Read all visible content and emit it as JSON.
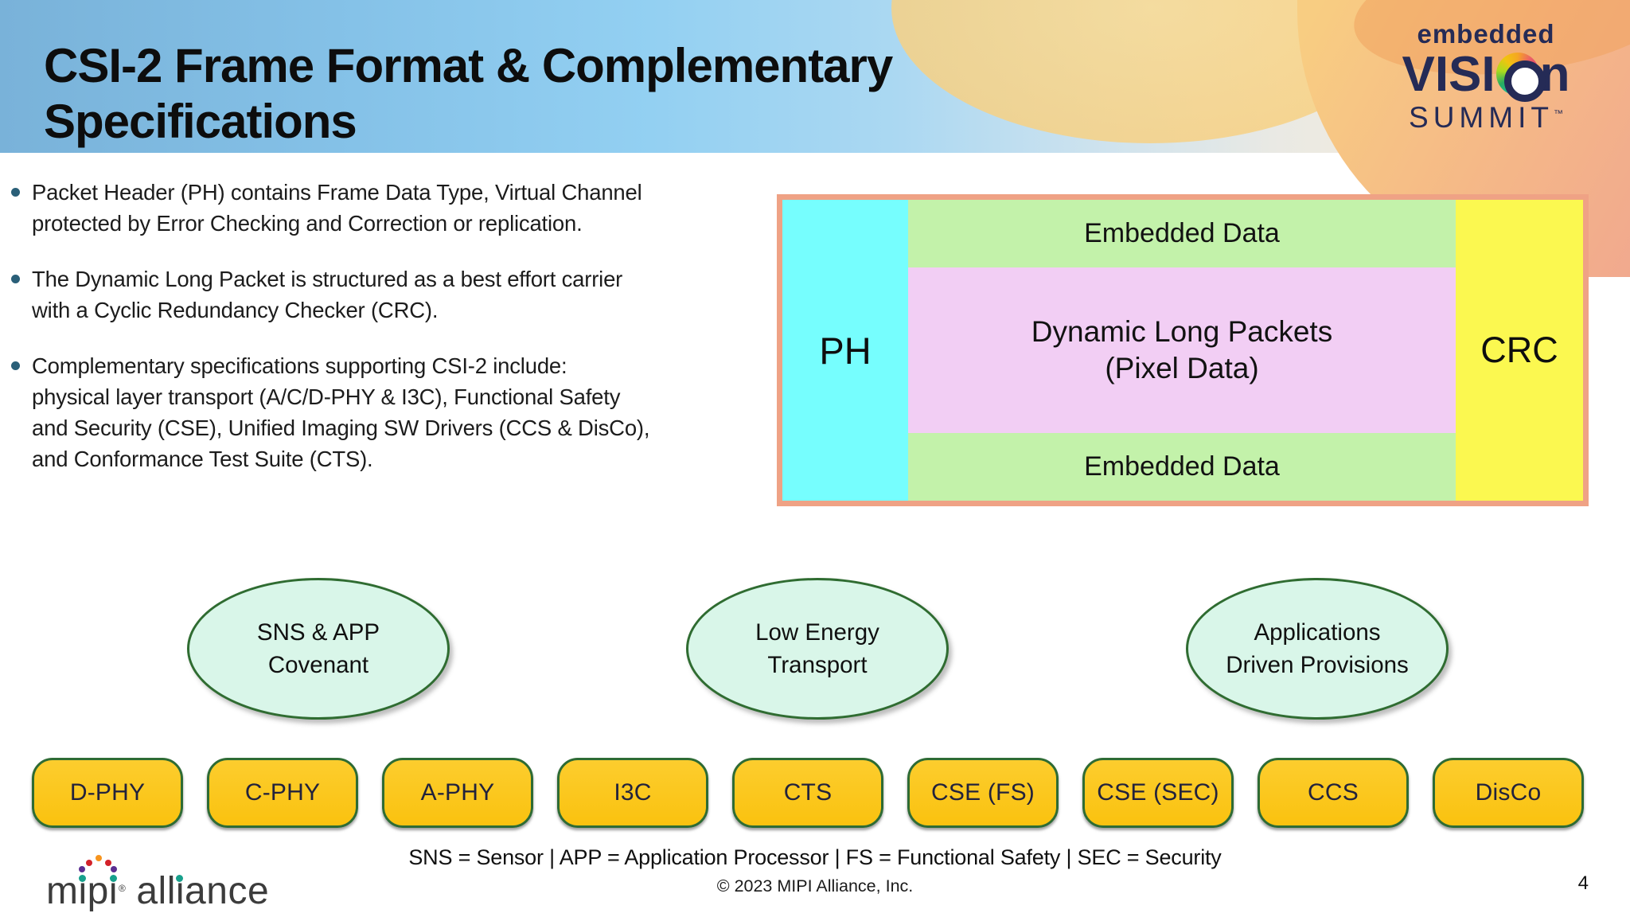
{
  "slide": {
    "page_number": "4",
    "copyright": "© 2023 MIPI Alliance, Inc.",
    "footnote": "SNS = Sensor | APP = Application Processor | FS = Functional Safety | SEC = Security"
  },
  "header": {
    "title": "CSI-2 Frame Format & Complementary Specifications"
  },
  "event_logo": {
    "line1": "embedded",
    "line2_left": "VISI",
    "line2_right": "n",
    "line3": "SUMMIT",
    "trademark": "™",
    "o_icon": "pinwheel-color-wheel"
  },
  "bullets": [
    "Packet Header (PH) contains Frame Data Type, Virtual Channel\nprotected by Error Checking and Correction or replication.",
    "The Dynamic Long Packet is structured as a best effort carrier\nwith a Cyclic Redundancy Checker (CRC).",
    "Complementary specifications supporting CSI-2 include:\nphysical layer transport (A/C/D-PHY & I3C),  Functional Safety\nand Security (CSE), Unified Imaging SW Drivers (CCS & DisCo),\nand Conformance Test Suite (CTS)."
  ],
  "frame_diagram": {
    "ph": "PH",
    "crc": "CRC",
    "embedded_top": "Embedded Data",
    "embedded_bottom": "Embedded Data",
    "dynamic_line1": "Dynamic Long Packets",
    "dynamic_line2": "(Pixel Data)",
    "colors": {
      "ph_fill": "#76FEFE",
      "embedded_fill": "#C3F2AA",
      "dynamic_fill": "#F2CEF4",
      "crc_fill": "#FBF850",
      "border": "#EFA285"
    }
  },
  "ellipses": [
    {
      "label": "SNS & APP Covenant"
    },
    {
      "label": "Low Energy Transport"
    },
    {
      "label": "Applications Driven Provisions"
    }
  ],
  "spec_boxes": [
    {
      "label": "D-PHY"
    },
    {
      "label": "C-PHY"
    },
    {
      "label": "A-PHY"
    },
    {
      "label": "I3C"
    },
    {
      "label": "CTS"
    },
    {
      "label": "CSE (FS)"
    },
    {
      "label": "CSE (SEC)"
    },
    {
      "label": "CCS"
    },
    {
      "label": "DisCo"
    }
  ],
  "mipi_logo": {
    "word1": "mipi",
    "word2": "alliance",
    "registered": "®",
    "dot_colors": {
      "teal": "#17A08C",
      "purple": "#5B2E91",
      "red": "#D3222A",
      "orange": "#F7941E"
    }
  },
  "colors": {
    "header_gradient_left": "#79B2D9",
    "header_gradient_mid": "#93D0F2",
    "header_gradient_right": "#F7E7CD",
    "deco_peach": "#F1A98E",
    "deco_gold": "#F7D184",
    "title_text": "#0D0D0D",
    "bullet_marker": "#2A5F78",
    "body_text": "#1C1C1C",
    "ellipse_fill": "#D9F6E9",
    "ellipse_border": "#2F6C31",
    "box_fill": "#FBC71B",
    "box_border": "#2E6B34",
    "box_text": "#22223C",
    "logo_navy": "#252B56"
  }
}
